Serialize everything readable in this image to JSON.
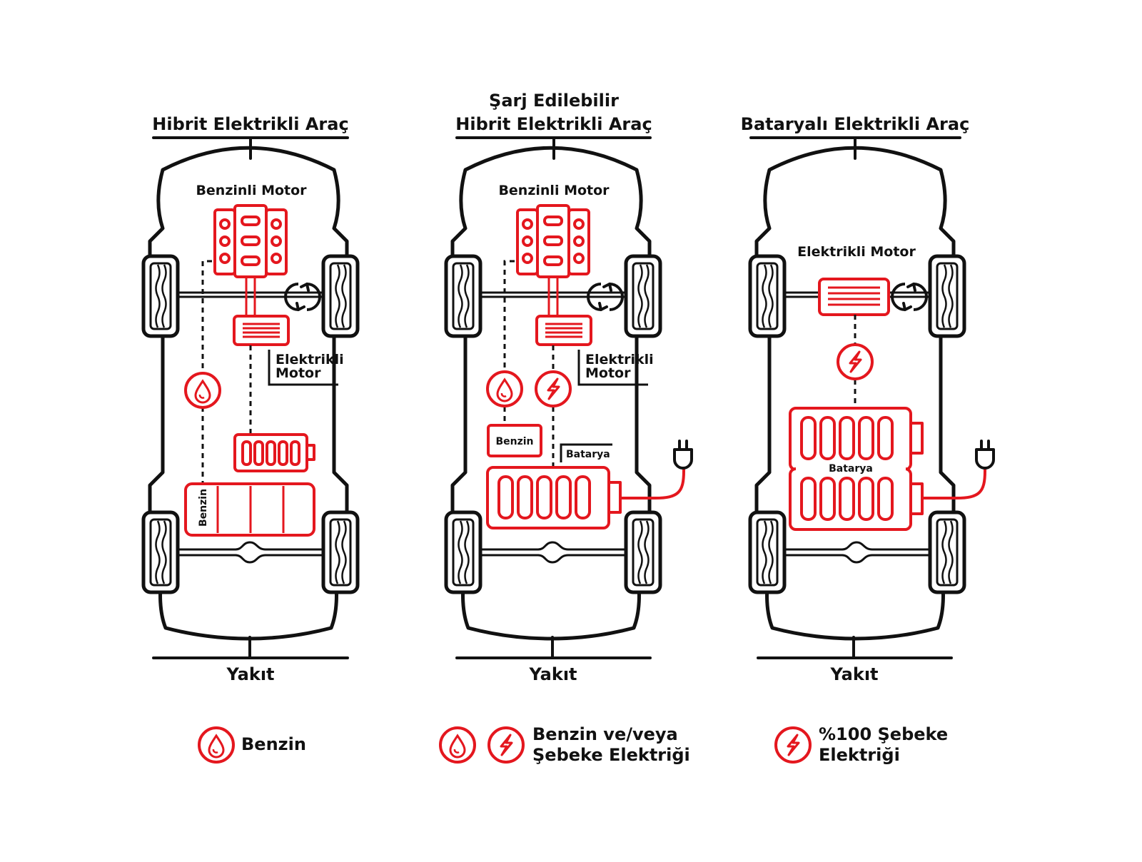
{
  "columns": [
    {
      "title_line1": "",
      "title_line2": "Hibrit Elektrikli Araç",
      "engine_label": "Benzinli Motor",
      "motor_label_line1": "Elektrikli",
      "motor_label_line2": "Motor",
      "tank_label": "Benzin",
      "fuel_label": "Yakıt",
      "legend_line1": "Benzin",
      "legend_line2": ""
    },
    {
      "title_line1": "Şarj Edilebilir",
      "title_line2": "Hibrit Elektrikli Araç",
      "engine_label": "Benzinli Motor",
      "motor_label_line1": "Elektrikli",
      "motor_label_line2": "Motor",
      "tank_label": "Benzin",
      "battery_label": "Batarya",
      "fuel_label": "Yakıt",
      "legend_line1": "Benzin ve/veya",
      "legend_line2": "Şebeke Elektriği"
    },
    {
      "title_line1": "",
      "title_line2": "Bataryalı Elektrikli Araç",
      "motor_label": "Elektrikli Motor",
      "battery_label": "Batarya",
      "fuel_label": "Yakıt",
      "legend_line1": "%100 Şebeke",
      "legend_line2": "Elektriği"
    }
  ],
  "icons": [
    "fuel-drop-icon",
    "lightning-icon",
    "plug-icon",
    "rotation-arrows-icon",
    "engine-icon",
    "battery-icon",
    "wheel-icon"
  ],
  "colors": {
    "accent": "#e4171e",
    "line": "#111111",
    "background": "#ffffff"
  }
}
